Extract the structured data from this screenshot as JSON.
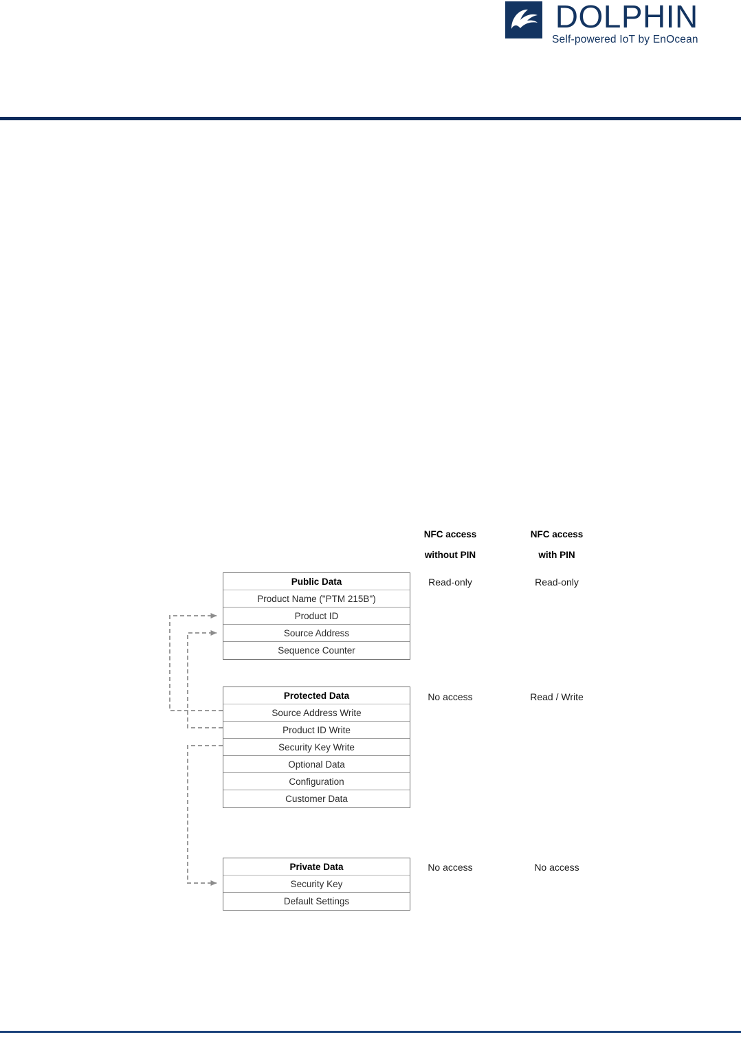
{
  "brand": {
    "logo_icon": "dolphin-logo-icon",
    "title": "DOLPHIN",
    "tagline": "Self-powered IoT by EnOcean",
    "color": "#133461"
  },
  "rules": {
    "top_color": "#0d2a5c",
    "bottom_color": "#1d447c"
  },
  "diagram": {
    "columns": [
      {
        "line1": "NFC access",
        "line2": "without PIN"
      },
      {
        "line1": "NFC access",
        "line2": "with PIN"
      }
    ],
    "blocks": [
      {
        "title": "Public Data",
        "rows": [
          "Product Name (\"PTM 215B\")",
          "Product ID",
          "Source Address",
          "Sequence Counter"
        ],
        "access": [
          "Read-only",
          "Read-only"
        ]
      },
      {
        "title": "Protected Data",
        "rows": [
          "Source Address Write",
          "Product ID Write",
          "Security Key Write",
          "Optional Data",
          "Configuration",
          "Customer Data"
        ],
        "access": [
          "No access",
          "Read / Write"
        ]
      },
      {
        "title": "Private Data",
        "rows": [
          "Security Key",
          "Default Settings"
        ],
        "access": [
          "No access",
          "No access"
        ]
      }
    ],
    "connectors": [
      {
        "from": "Source Address Write",
        "to": "Product ID"
      },
      {
        "from": "Product ID Write",
        "to": "Source Address"
      },
      {
        "from": "Security Key Write",
        "to": "Security Key"
      }
    ],
    "connector_color": "#9a9a9a"
  }
}
